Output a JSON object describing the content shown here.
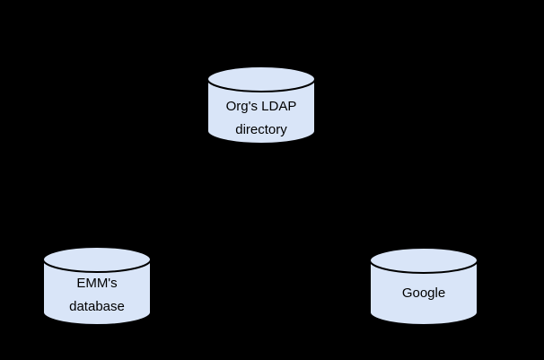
{
  "canvas": {
    "background": "#000000"
  },
  "diagram": {
    "node_fill": "#d9e5f8",
    "node_stroke": "#000000",
    "label_color": "#000000",
    "nodes": [
      {
        "id": "org-ldap-directory",
        "shape": "database-cylinder",
        "lines": [
          "Org's LDAP",
          "directory"
        ]
      },
      {
        "id": "emm-database",
        "shape": "database-cylinder",
        "lines": [
          "EMM's",
          "database"
        ]
      },
      {
        "id": "google",
        "shape": "database-cylinder",
        "lines": [
          "Google"
        ]
      }
    ]
  }
}
